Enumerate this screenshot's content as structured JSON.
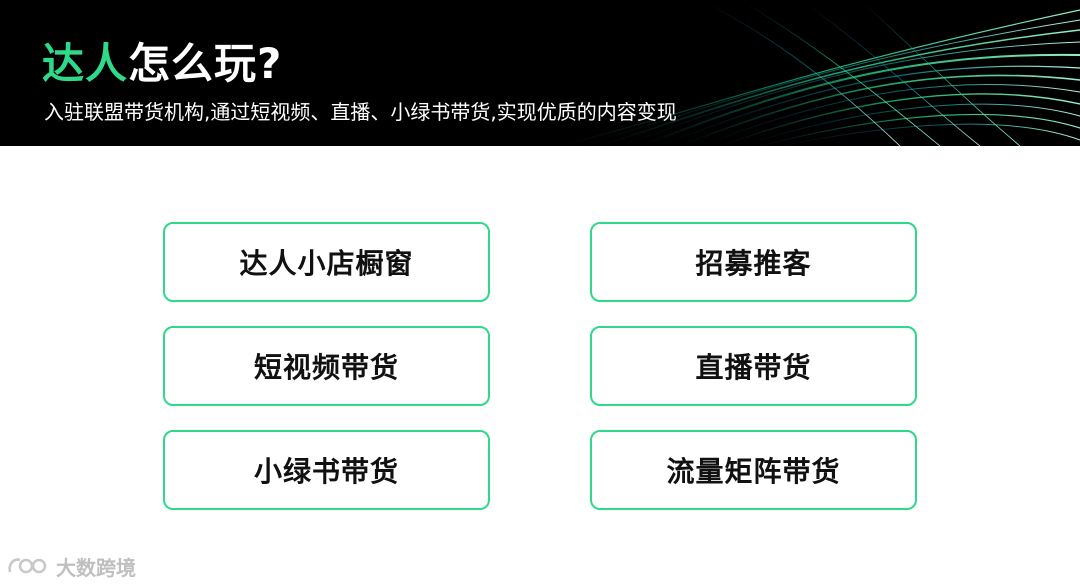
{
  "header": {
    "title_accent": "达人",
    "title_rest": "怎么玩?",
    "subtitle": "入驻联盟带货机构,通过短视频、直播、小绿书带货,实现优质的内容变现"
  },
  "cards": [
    {
      "label": "达人小店橱窗"
    },
    {
      "label": "招募推客"
    },
    {
      "label": "短视频带货"
    },
    {
      "label": "直播带货"
    },
    {
      "label": "小绿书带货"
    },
    {
      "label": "流量矩阵带货"
    }
  ],
  "watermark": {
    "text": "大数跨境",
    "icon": "brand-logo-icon"
  },
  "colors": {
    "accent": "#2fd98a",
    "header_bg": "#000000",
    "text": "#111111"
  }
}
